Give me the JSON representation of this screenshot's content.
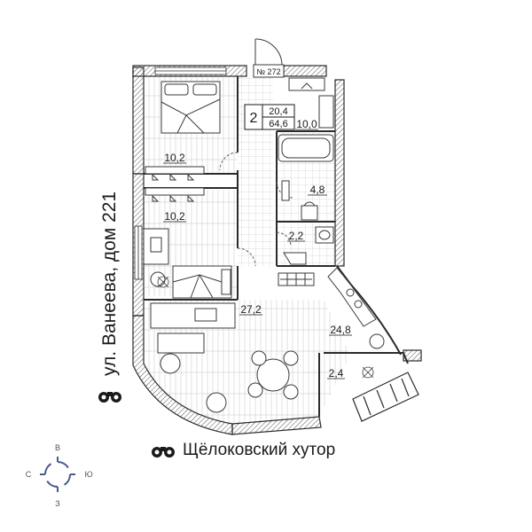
{
  "apartment": {
    "number_label": "№ 272",
    "rooms": "2",
    "living_area": "20,4",
    "total_area": "64,6"
  },
  "room_areas": {
    "bedroom_1": "10,2",
    "bedroom_2": "10,2",
    "hall": "10,0",
    "bathroom": "4,8",
    "wc": "2,2",
    "living_room": "27,2",
    "kitchen": "24,8",
    "balcony": "2,4"
  },
  "labels": {
    "street": "ул. Ванеева, дом 221",
    "project": "Щёлоковский хутор"
  },
  "compass": {
    "north": "С",
    "south": "Ю",
    "west": "З",
    "east": "В"
  },
  "colors": {
    "wall": "#2b2b2b",
    "line": "#3a3a3a",
    "accent": "#f7941d"
  }
}
